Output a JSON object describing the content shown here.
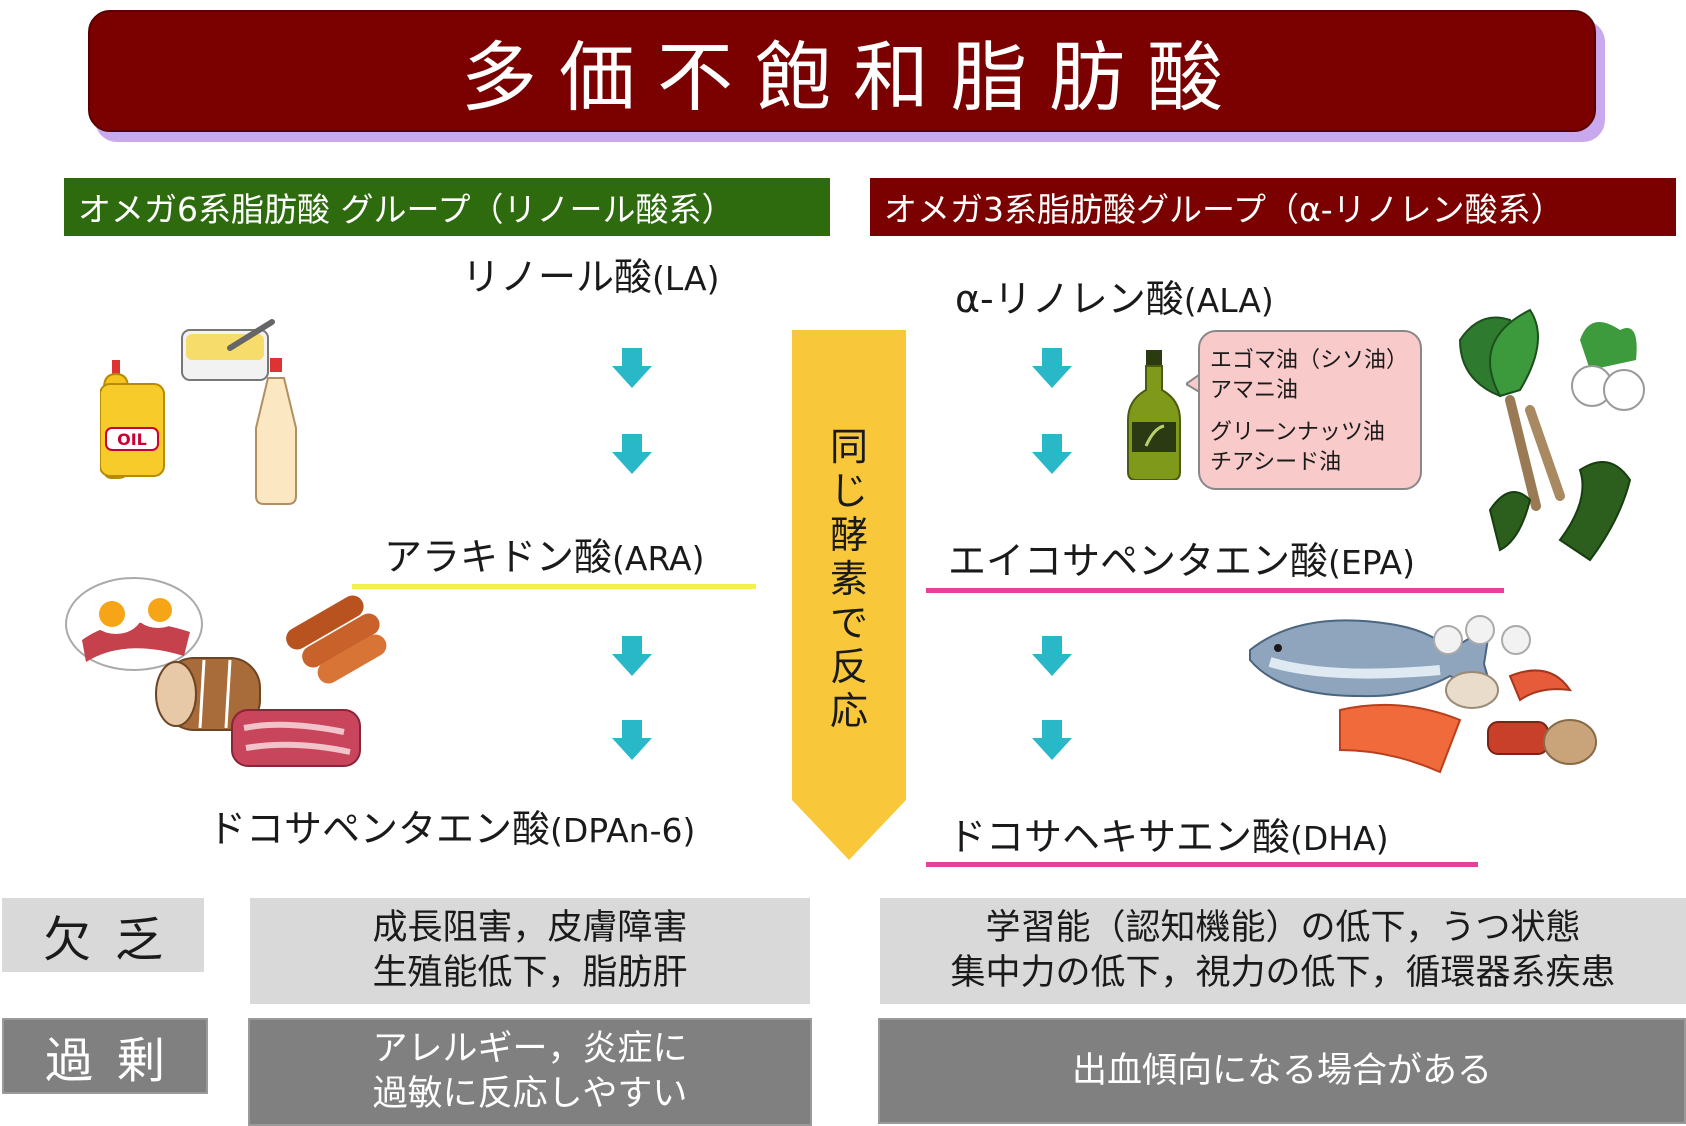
{
  "title": "多価不飽和脂肪酸",
  "omega6": {
    "header": "オメガ6系脂肪酸 グループ（リノール酸系）",
    "acids": [
      {
        "name": "リノール酸",
        "abbr": "(LA)"
      },
      {
        "name": "アラキドン酸",
        "abbr": "(ARA)"
      },
      {
        "name": "ドコサペンタエン酸",
        "abbr": "(DPAn-6)"
      }
    ],
    "foods": {
      "oils_label": "OIL"
    }
  },
  "omega3": {
    "header": "オメガ3系脂肪酸グループ（α-リノレン酸系）",
    "acids": [
      {
        "name": "α-リノレン酸",
        "abbr": "(ALA)"
      },
      {
        "name": "エイコサペンタエン酸",
        "abbr": "(EPA)"
      },
      {
        "name": "ドコサヘキサエン酸",
        "abbr": "(DHA)"
      }
    ],
    "callout": {
      "line1": "エゴマ油（シソ油）",
      "line2": "アマニ油",
      "line3": "グリーンナッツ油",
      "line4": "チアシード油"
    }
  },
  "enzyme": "同じ酵素で反応",
  "table": {
    "deficiency": {
      "label": "欠乏",
      "omega6": [
        "成長阻害，皮膚障害",
        "生殖能低下，脂肪肝"
      ],
      "omega3": [
        "学習能（認知機能）の低下，うつ状態",
        "集中力の低下，視力の低下，循環器系疾患"
      ]
    },
    "excess": {
      "label": "過剰",
      "omega6": [
        "アレルギー，炎症に",
        "過敏に反応しやすい"
      ],
      "omega3": [
        "出血傾向になる場合がある"
      ]
    }
  },
  "colors": {
    "title_bg": "#7b0000",
    "omega6_header": "#2e6b0f",
    "omega3_header": "#7b0000",
    "arrow": "#29b8c8",
    "enzyme_arrow": "#f9c83a",
    "ara_underline": "#f4f04a",
    "omega3_underline": "#e8409a"
  }
}
